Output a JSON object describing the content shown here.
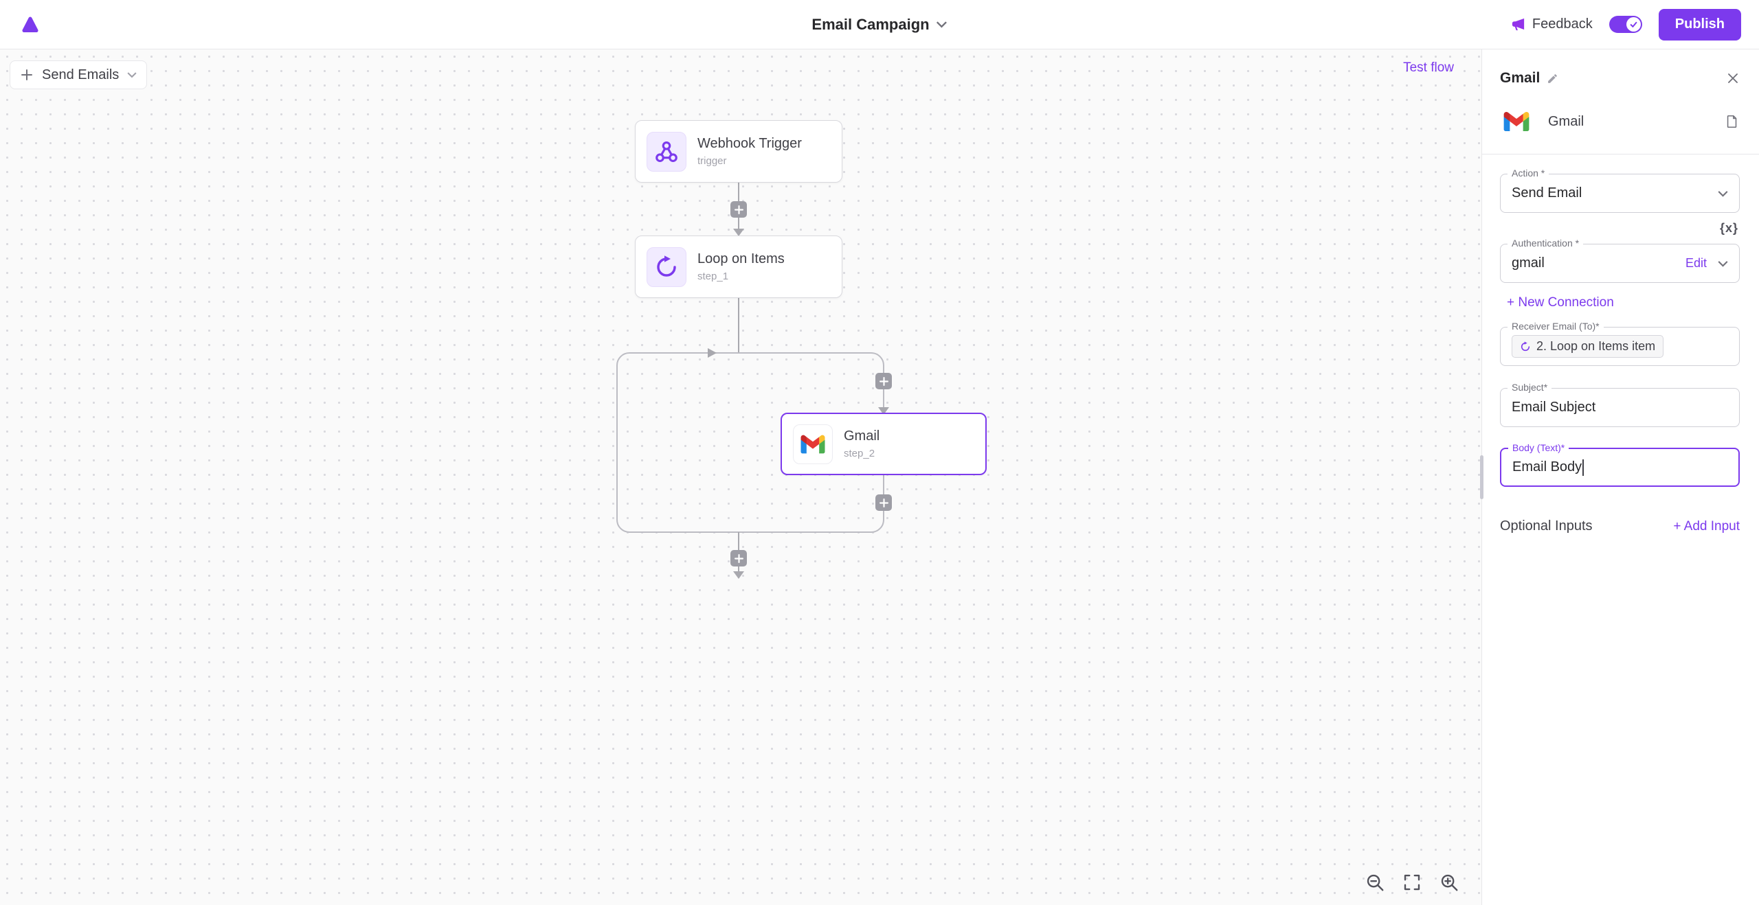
{
  "header": {
    "title": "Email Campaign",
    "feedback_label": "Feedback",
    "publish_label": "Publish"
  },
  "canvas": {
    "flow_label": "Send Emails",
    "test_flow_label": "Test flow",
    "nodes": {
      "trigger": {
        "title": "Webhook Trigger",
        "subtitle": "trigger"
      },
      "loop": {
        "title": "Loop on Items",
        "subtitle": "step_1"
      },
      "gmail": {
        "title": "Gmail",
        "subtitle": "step_2"
      }
    }
  },
  "panel": {
    "title": "Gmail",
    "app_label": "Gmail",
    "action_label": "Action *",
    "action_value": "Send Email",
    "variable_button": "{x}",
    "auth_label": "Authentication *",
    "auth_value": "gmail",
    "auth_edit": "Edit",
    "new_connection": "+ New Connection",
    "receiver_label": "Receiver Email (To)*",
    "receiver_token": "2. Loop on Items item",
    "subject_label": "Subject*",
    "subject_value": "Email Subject",
    "body_label": "Body (Text)*",
    "body_value": "Email Body",
    "optional_inputs": "Optional Inputs",
    "add_input": "+ Add Input"
  },
  "colors": {
    "accent": "#7c3aed",
    "canvas_bg": "#fafafa",
    "wire": "#a8a8ae"
  }
}
